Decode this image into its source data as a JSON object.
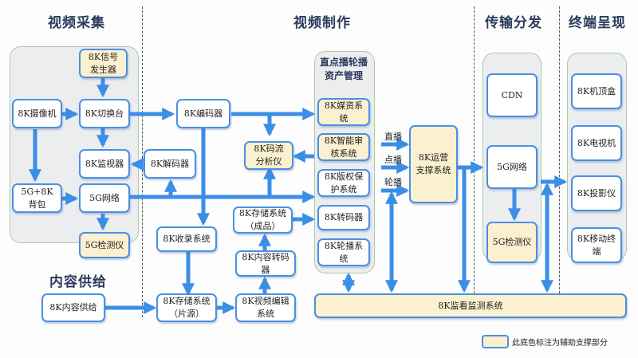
{
  "sections": {
    "capture": "视频采集",
    "production": "视频制作",
    "distribution": "传输分发",
    "terminal": "终端呈现",
    "supply": "内容供给"
  },
  "capture": {
    "signal_generator": "8K信号发生器",
    "camera": "8K摄像机",
    "switcher": "8K切换台",
    "monitor": "8K监视器",
    "backpack": "5G+8K背包",
    "network_5g": "5G网络",
    "tester_5g": "5G检测仪"
  },
  "production": {
    "encoder": "8K编码器",
    "decoder": "8K解码器",
    "stream_analyzer": "8K码流分析仪",
    "recording": "8K收录系统",
    "storage_final": "8K存储系统（成品）",
    "content_transcoder": "8K内容转码器",
    "storage_source": "8K存储系统（片源）",
    "video_editing": "8K视频编辑系统",
    "asset_group_title": "直点播轮播资产管理",
    "media_asset": "8K媒资系统",
    "smart_review": "8K智能审核系统",
    "copyright": "8K版权保护系统",
    "transcoder": "8K转码器",
    "playout": "8K轮播系统",
    "ops_support": "8K运营支撑系统",
    "flow_labels": [
      "直播",
      "点播",
      "轮播"
    ]
  },
  "supply": {
    "content_supply": "8K内容供给"
  },
  "distribution": {
    "cdn": "CDN",
    "network_5g": "5G网络",
    "tester_5g": "5G检测仪"
  },
  "terminal": {
    "set_top_box": "8K机顶盒",
    "tv": "8K电视机",
    "projector": "8K投影仪",
    "mobile": "8K移动终端"
  },
  "monitoring": "8K监看监测系统",
  "legend": {
    "text": "此底色标注为辅助支撑部分",
    "color": "#fbf0cf"
  },
  "colors": {
    "arrow": "#3b8ee6",
    "node_border": "#4a90e2",
    "aux_fill": "#fbf0cf",
    "group_fill": "#ecedef",
    "group_border": "#a9cba3",
    "heading": "#2b3a5c"
  }
}
